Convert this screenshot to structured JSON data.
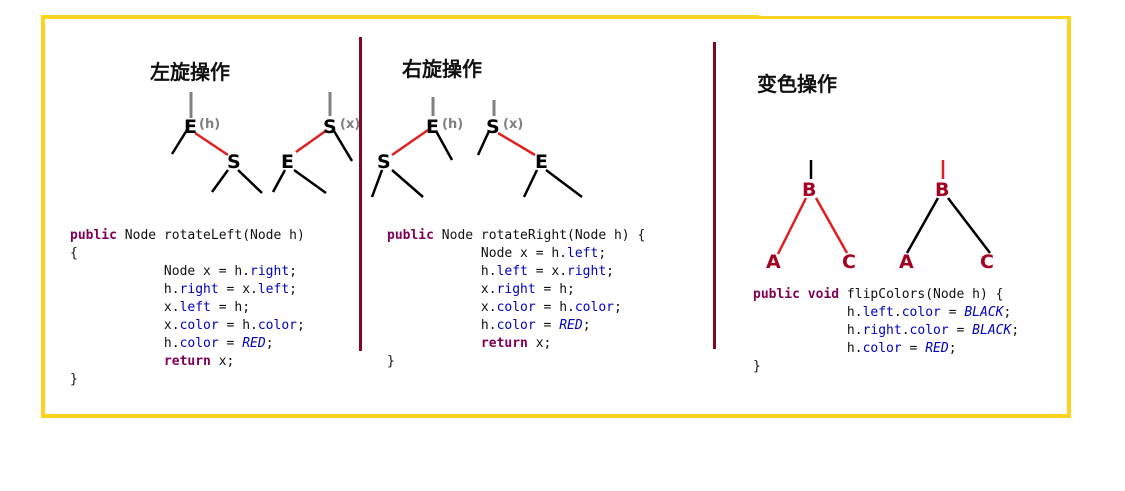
{
  "colors": {
    "frame": "#fcd21e",
    "divider": "#7f0a1e",
    "red_link": "#e02020",
    "red_node": "#a50021",
    "black_link": "#000000",
    "keyword": "#7f0055",
    "field": "#0000c0"
  },
  "sections": {
    "rotate_left": {
      "title": "左旋操作",
      "before": {
        "top": "E",
        "top_tag": "(h)",
        "child": "S"
      },
      "after": {
        "top": "S",
        "top_tag": "(x)",
        "child": "E"
      }
    },
    "rotate_right": {
      "title": "右旋操作",
      "before": {
        "top": "E",
        "top_tag": "(h)",
        "child": "S"
      },
      "after": {
        "top": "S",
        "top_tag": "(x)",
        "child": "E"
      }
    },
    "flip_colors": {
      "title": "变色操作",
      "before": {
        "parent": "B",
        "left": "A",
        "right": "C"
      },
      "after": {
        "parent": "B",
        "left": "A",
        "right": "C"
      }
    }
  },
  "code": {
    "rotate_left": [
      [
        {
          "t": "kw",
          "v": "public"
        },
        {
          "t": "plain",
          "v": " Node rotateLeft(Node h)"
        }
      ],
      [
        {
          "t": "plain",
          "v": "{"
        }
      ],
      [
        {
          "t": "plain",
          "v": "            Node x = h."
        },
        {
          "t": "fld",
          "v": "right"
        },
        {
          "t": "plain",
          "v": ";"
        }
      ],
      [
        {
          "t": "plain",
          "v": "            h."
        },
        {
          "t": "fld",
          "v": "right"
        },
        {
          "t": "plain",
          "v": " = x."
        },
        {
          "t": "fld",
          "v": "left"
        },
        {
          "t": "plain",
          "v": ";"
        }
      ],
      [
        {
          "t": "plain",
          "v": "            x."
        },
        {
          "t": "fld",
          "v": "left"
        },
        {
          "t": "plain",
          "v": " = h;"
        }
      ],
      [
        {
          "t": "plain",
          "v": "            x."
        },
        {
          "t": "fld",
          "v": "color"
        },
        {
          "t": "plain",
          "v": " = h."
        },
        {
          "t": "fld",
          "v": "color"
        },
        {
          "t": "plain",
          "v": ";"
        }
      ],
      [
        {
          "t": "plain",
          "v": "            h."
        },
        {
          "t": "fld",
          "v": "color"
        },
        {
          "t": "plain",
          "v": " = "
        },
        {
          "t": "const",
          "v": "RED"
        },
        {
          "t": "plain",
          "v": ";"
        }
      ],
      [
        {
          "t": "plain",
          "v": "            "
        },
        {
          "t": "kw",
          "v": "return"
        },
        {
          "t": "plain",
          "v": " x;"
        }
      ],
      [
        {
          "t": "plain",
          "v": "}"
        }
      ]
    ],
    "rotate_right": [
      [
        {
          "t": "kw",
          "v": "public"
        },
        {
          "t": "plain",
          "v": " Node rotateRight(Node h) {"
        }
      ],
      [
        {
          "t": "plain",
          "v": "            Node x = h."
        },
        {
          "t": "fld",
          "v": "left"
        },
        {
          "t": "plain",
          "v": ";"
        }
      ],
      [
        {
          "t": "plain",
          "v": "            h."
        },
        {
          "t": "fld",
          "v": "left"
        },
        {
          "t": "plain",
          "v": " = x."
        },
        {
          "t": "fld",
          "v": "right"
        },
        {
          "t": "plain",
          "v": ";"
        }
      ],
      [
        {
          "t": "plain",
          "v": "            x."
        },
        {
          "t": "fld",
          "v": "right"
        },
        {
          "t": "plain",
          "v": " = h;"
        }
      ],
      [
        {
          "t": "plain",
          "v": "            x."
        },
        {
          "t": "fld",
          "v": "color"
        },
        {
          "t": "plain",
          "v": " = h."
        },
        {
          "t": "fld",
          "v": "color"
        },
        {
          "t": "plain",
          "v": ";"
        }
      ],
      [
        {
          "t": "plain",
          "v": "            h."
        },
        {
          "t": "fld",
          "v": "color"
        },
        {
          "t": "plain",
          "v": " = "
        },
        {
          "t": "const",
          "v": "RED"
        },
        {
          "t": "plain",
          "v": ";"
        }
      ],
      [
        {
          "t": "plain",
          "v": "            "
        },
        {
          "t": "kw",
          "v": "return"
        },
        {
          "t": "plain",
          "v": " x;"
        }
      ],
      [
        {
          "t": "plain",
          "v": "}"
        }
      ]
    ],
    "flip_colors": [
      [
        {
          "t": "kw",
          "v": "public"
        },
        {
          "t": "plain",
          "v": " "
        },
        {
          "t": "kw",
          "v": "void"
        },
        {
          "t": "plain",
          "v": " flipColors(Node h) {"
        }
      ],
      [
        {
          "t": "plain",
          "v": "            h."
        },
        {
          "t": "fld",
          "v": "left"
        },
        {
          "t": "plain",
          "v": "."
        },
        {
          "t": "fld",
          "v": "color"
        },
        {
          "t": "plain",
          "v": " = "
        },
        {
          "t": "const",
          "v": "BLACK"
        },
        {
          "t": "plain",
          "v": ";"
        }
      ],
      [
        {
          "t": "plain",
          "v": "            h."
        },
        {
          "t": "fld",
          "v": "right"
        },
        {
          "t": "plain",
          "v": "."
        },
        {
          "t": "fld",
          "v": "color"
        },
        {
          "t": "plain",
          "v": " = "
        },
        {
          "t": "const",
          "v": "BLACK"
        },
        {
          "t": "plain",
          "v": ";"
        }
      ],
      [
        {
          "t": "plain",
          "v": "            h."
        },
        {
          "t": "fld",
          "v": "color"
        },
        {
          "t": "plain",
          "v": " = "
        },
        {
          "t": "const",
          "v": "RED"
        },
        {
          "t": "plain",
          "v": ";"
        }
      ],
      [
        {
          "t": "plain",
          "v": "}"
        }
      ]
    ]
  }
}
